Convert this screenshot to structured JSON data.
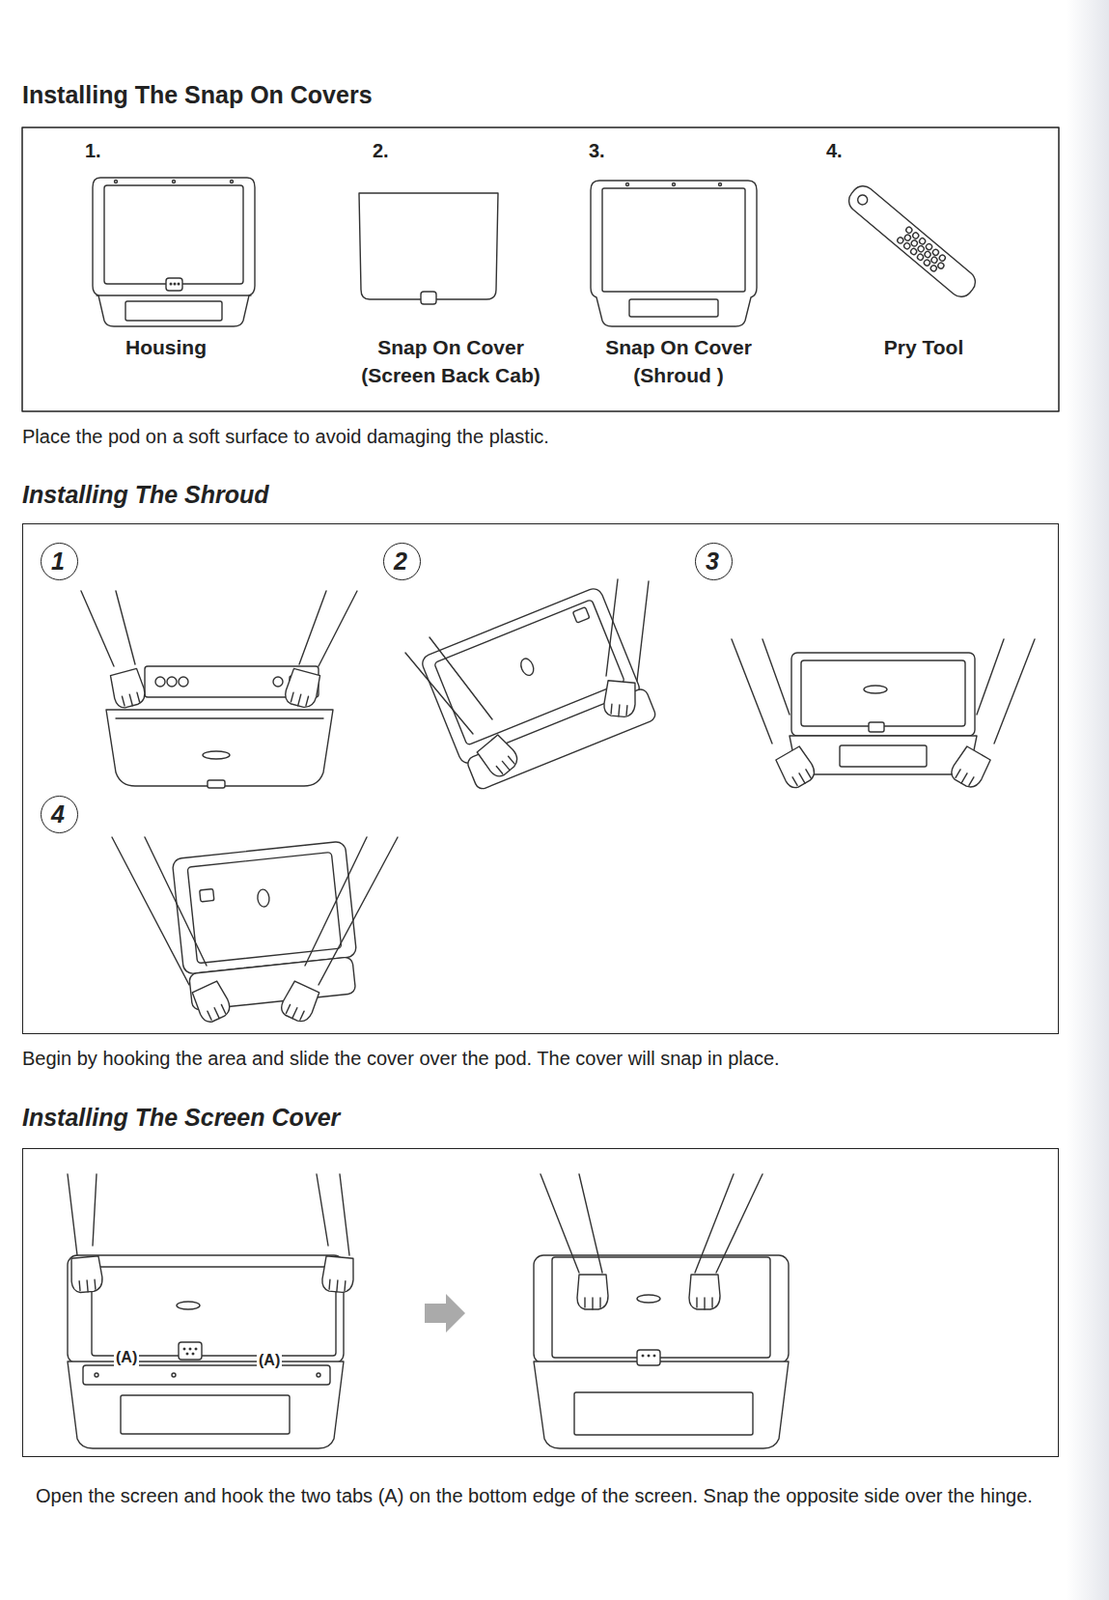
{
  "diagram": {
    "title": "Installing The Snap On Covers",
    "nodes": [
      {
        "text": [
          "Installing The Shroud"
        ]
      },
      {
        "text": [
          "1"
        ],
        "in": 0
      },
      {
        "text": [
          "2"
        ],
        "in": 0
      },
      {
        "text": [
          "3"
        ],
        "in": 0
      },
      {
        "text": [
          "4"
        ],
        "in": 0
      },
      {
        "text": [
          "Installing The Screen Cover"
        ]
      }
    ],
    "labels": [
      "1.",
      "2.",
      "3.",
      "4.",
      "Housing",
      "Snap On Cover (Screen Back Cab)",
      "Snap On Cover (Shroud )",
      "Pry Tool",
      "Place the pod on a soft surface to avoid damaging the plastic.",
      "Begin by hooking the area and slide the cover over the pod. The cover will snap in place.",
      "(A)",
      "(A)",
      "Open the screen and hook the two tabs (A) on the bottom edge of the screen. Snap the opposite side over the hinge."
    ]
  }
}
